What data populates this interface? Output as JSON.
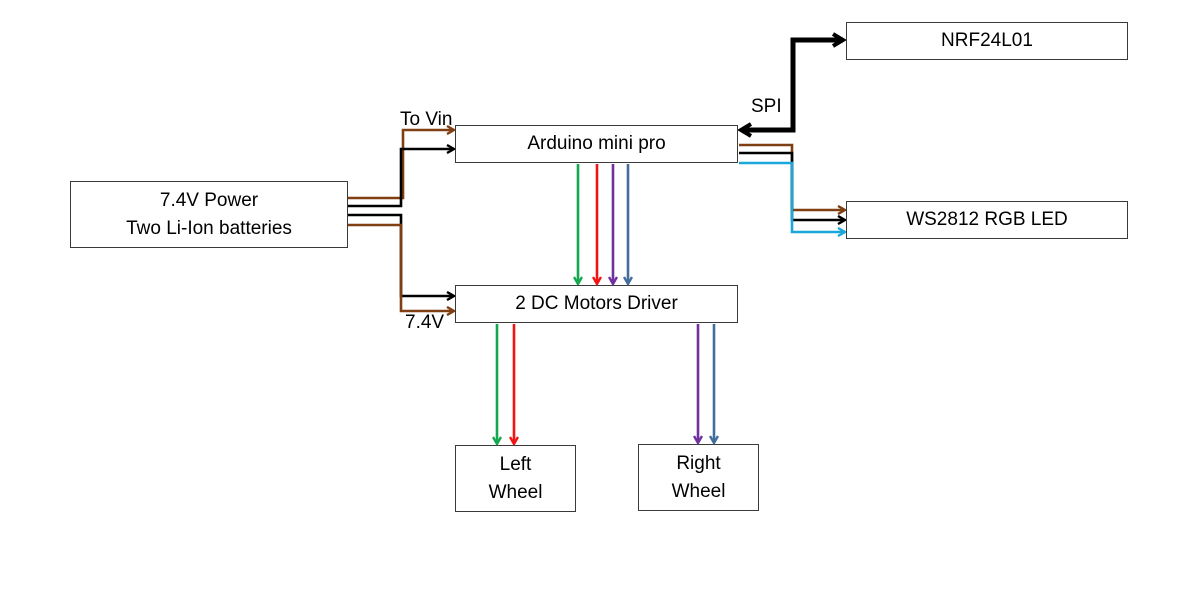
{
  "blocks": {
    "power": {
      "line1": "7.4V Power",
      "line2": "Two Li-Ion batteries"
    },
    "arduino": {
      "label": "Arduino mini pro"
    },
    "driver": {
      "label": "2 DC Motors Driver"
    },
    "nrf": {
      "label": "NRF24L01"
    },
    "ws2812": {
      "label": "WS2812 RGB LED"
    },
    "left_wheel": {
      "line1": "Left",
      "line2": "Wheel"
    },
    "right_wheel": {
      "line1": "Right",
      "line2": "Wheel"
    }
  },
  "labels": {
    "to_vin": "To Vin",
    "supply_74v": "7.4V",
    "spi": "SPI"
  },
  "wire_colors": {
    "power": "#7f3f12",
    "ground": "#000000",
    "green": "#12a84e",
    "red": "#f01515",
    "purple": "#7030a0",
    "steel_blue": "#426e9c",
    "data_cyan": "#1aa7dc"
  }
}
